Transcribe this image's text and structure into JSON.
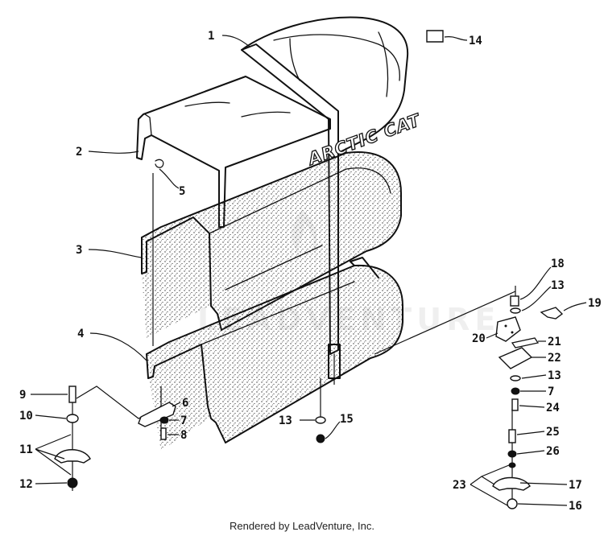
{
  "diagram": {
    "brand_label": "ARCTIC CAT",
    "watermark": "LEADVENTURE",
    "callouts": [
      "1",
      "2",
      "3",
      "4",
      "5",
      "6",
      "7",
      "8",
      "9",
      "10",
      "11",
      "12",
      "13",
      "14",
      "15",
      "16",
      "17",
      "18",
      "19",
      "20",
      "21",
      "22",
      "23",
      "24",
      "25",
      "26"
    ],
    "callout_13": "13",
    "callout_7": "7"
  },
  "footer": {
    "text": "Rendered by LeadVenture, Inc."
  }
}
